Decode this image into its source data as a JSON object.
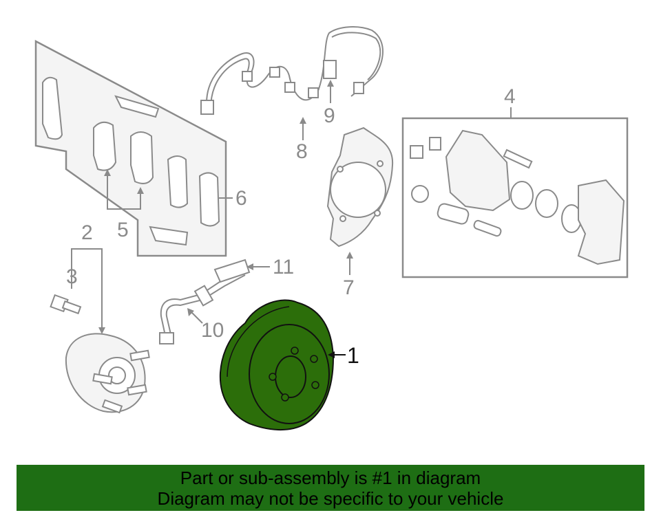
{
  "colors": {
    "highlight": "#2c6e0a",
    "banner": "#1e6e14",
    "line": "#8a8a8a"
  },
  "labels": {
    "l1": "1",
    "l2": "2",
    "l3": "3",
    "l4": "4",
    "l5": "5",
    "l6": "6",
    "l7": "7",
    "l8": "8",
    "l9": "9",
    "l10": "10",
    "l11": "11"
  },
  "banner": {
    "line1": "Part or sub-assembly is #1 in diagram",
    "line2": "Diagram may not be specific to your vehicle"
  }
}
